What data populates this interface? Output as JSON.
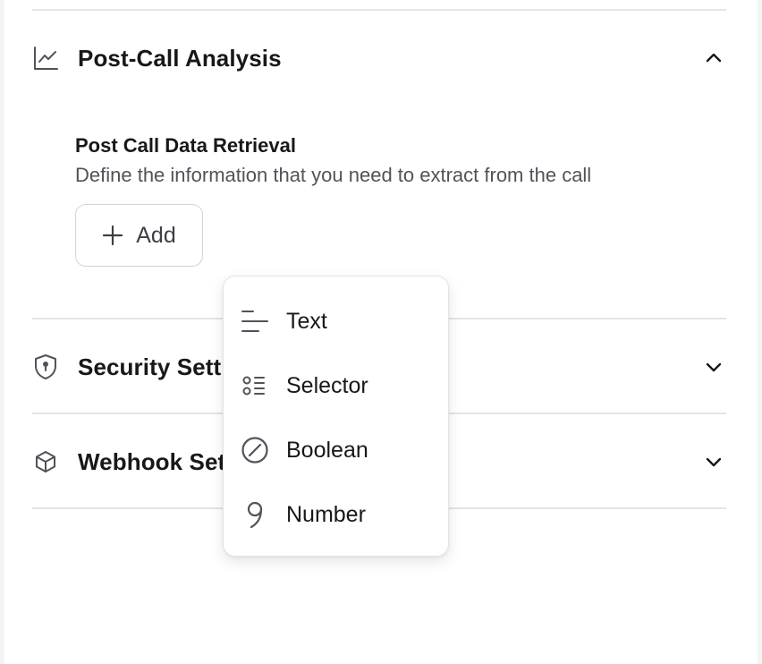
{
  "sections": {
    "post_call": {
      "title": "Post-Call Analysis",
      "subtitle": "Post Call Data Retrieval",
      "description": "Define the information that you need to extract from the call",
      "add_label": "Add"
    },
    "security": {
      "title": "Security Settings"
    },
    "webhook": {
      "title": "Webhook Settings"
    }
  },
  "menu": {
    "items": [
      {
        "label": "Text",
        "icon": "text-lines-icon"
      },
      {
        "label": "Selector",
        "icon": "list-selector-icon"
      },
      {
        "label": "Boolean",
        "icon": "circle-slash-icon"
      },
      {
        "label": "Number",
        "icon": "nine-icon"
      }
    ]
  },
  "colors": {
    "text": "#18181b",
    "muted": "#52525b",
    "border": "#e4e4e7",
    "icon": "#52525b"
  }
}
